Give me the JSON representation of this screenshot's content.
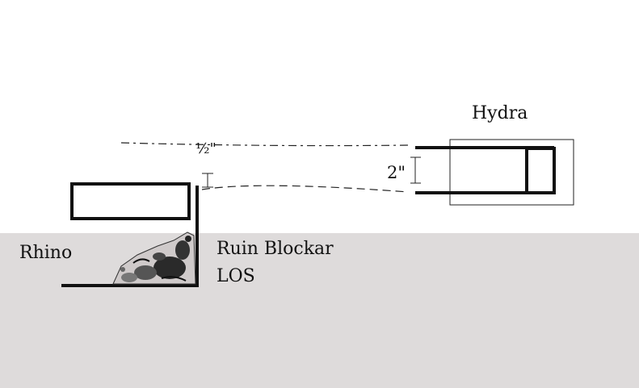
{
  "labels": {
    "hydra": "Hydra",
    "rhino": "Rhino",
    "ruin_line1": "Ruin Blockar",
    "ruin_line2": "LOS",
    "half_inch": "½\"",
    "two_inch": "2\""
  },
  "colors": {
    "background": "#ffffff",
    "ground": "#dedbdb",
    "ink": "#111111"
  }
}
